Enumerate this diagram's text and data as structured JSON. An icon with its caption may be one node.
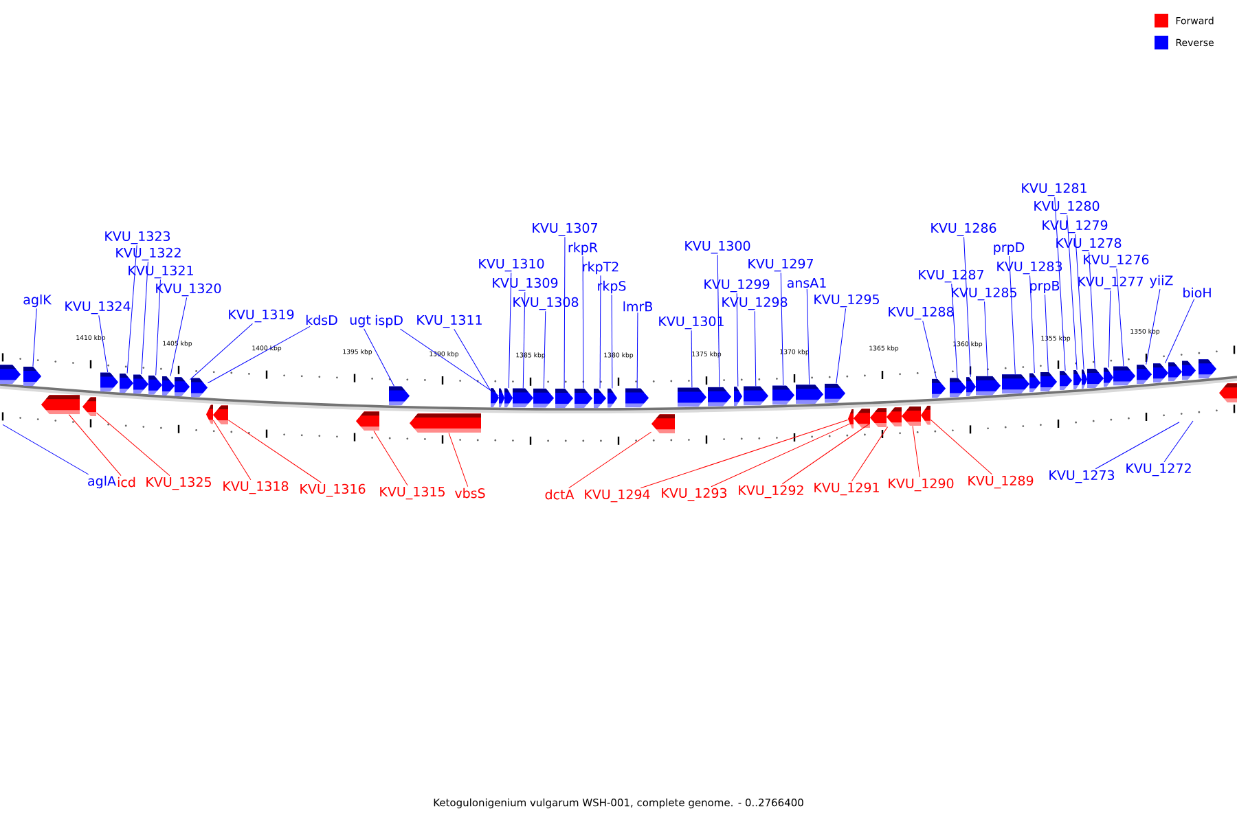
{
  "diagram": {
    "caption": "Ketogulonigenium vulgarum WSH-001, complete genome. - 0..2766400",
    "nodes": [
      {
        "text": [
          "aglK"
        ]
      },
      {
        "text": [
          "KVU_1324"
        ]
      },
      {
        "text": [
          "KVU_1323"
        ]
      },
      {
        "text": [
          "KVU_1322"
        ]
      },
      {
        "text": [
          "KVU_1321"
        ]
      },
      {
        "text": [
          "KVU_1320"
        ]
      },
      {
        "text": [
          "KVU_1319"
        ]
      },
      {
        "text": [
          "kdsD"
        ]
      },
      {
        "text": [
          "ugt"
        ]
      },
      {
        "text": [
          "ispD"
        ]
      },
      {
        "text": [
          "KVU_1311"
        ]
      },
      {
        "text": [
          "KVU_1310"
        ]
      },
      {
        "text": [
          "KVU_1309"
        ]
      },
      {
        "text": [
          "KVU_1308"
        ]
      },
      {
        "text": [
          "KVU_1307"
        ]
      },
      {
        "text": [
          "rkpR"
        ]
      },
      {
        "text": [
          "rkpT2"
        ]
      },
      {
        "text": [
          "rkpS"
        ]
      },
      {
        "text": [
          "lmrB"
        ]
      },
      {
        "text": [
          "KVU_1301"
        ]
      },
      {
        "text": [
          "KVU_1300"
        ]
      },
      {
        "text": [
          "KVU_1299"
        ]
      },
      {
        "text": [
          "KVU_1298"
        ]
      },
      {
        "text": [
          "KVU_1297"
        ]
      },
      {
        "text": [
          "ansA1"
        ]
      },
      {
        "text": [
          "KVU_1295"
        ]
      },
      {
        "text": [
          "KVU_1288"
        ]
      },
      {
        "text": [
          "KVU_1287"
        ]
      },
      {
        "text": [
          "KVU_1286"
        ]
      },
      {
        "text": [
          "KVU_1285"
        ]
      },
      {
        "text": [
          "prpD"
        ]
      },
      {
        "text": [
          "KVU_1283"
        ]
      },
      {
        "text": [
          "prpB"
        ]
      },
      {
        "text": [
          "KVU_1281"
        ]
      },
      {
        "text": [
          "KVU_1280"
        ]
      },
      {
        "text": [
          "KVU_1279"
        ]
      },
      {
        "text": [
          "KVU_1278"
        ]
      },
      {
        "text": [
          "KVU_1277"
        ]
      },
      {
        "text": [
          "KVU_1276"
        ]
      },
      {
        "text": [
          "yiiZ"
        ]
      },
      {
        "text": [
          "bioH"
        ]
      },
      {
        "text": [
          "aglA"
        ]
      },
      {
        "text": [
          "icd"
        ]
      },
      {
        "text": [
          "KVU_1325"
        ]
      },
      {
        "text": [
          "KVU_1318"
        ]
      },
      {
        "text": [
          "KVU_1316"
        ]
      },
      {
        "text": [
          "KVU_1315"
        ]
      },
      {
        "text": [
          "vbsS"
        ]
      },
      {
        "text": [
          "dctA"
        ]
      },
      {
        "text": [
          "KVU_1294"
        ]
      },
      {
        "text": [
          "KVU_1293"
        ]
      },
      {
        "text": [
          "KVU_1292"
        ]
      },
      {
        "text": [
          "KVU_1291"
        ]
      },
      {
        "text": [
          "KVU_1290"
        ]
      },
      {
        "text": [
          "KVU_1289"
        ]
      },
      {
        "text": [
          "KVU_1273"
        ]
      },
      {
        "text": [
          "KVU_1272"
        ]
      },
      {
        "text": [],
        "shape": "arrow"
      },
      {
        "text": [],
        "shape": "arrow"
      },
      {
        "text": [],
        "shape": "arrow"
      },
      {
        "text": [],
        "shape": "arrow"
      },
      {
        "text": [],
        "shape": "arrow"
      },
      {
        "text": [],
        "shape": "arrow"
      },
      {
        "text": [],
        "shape": "arrow"
      },
      {
        "text": [],
        "shape": "arrow"
      },
      {
        "text": [],
        "shape": "arrow"
      },
      {
        "text": [],
        "shape": "arrow"
      },
      {
        "text": [],
        "shape": "arrow"
      },
      {
        "text": [],
        "shape": "arrow"
      },
      {
        "text": [],
        "shape": "arrow"
      },
      {
        "text": [],
        "shape": "arrow"
      },
      {
        "text": [],
        "shape": "arrow"
      },
      {
        "text": [],
        "shape": "arrow"
      },
      {
        "text": [],
        "shape": "arrow"
      },
      {
        "text": [],
        "shape": "arrow"
      },
      {
        "text": [],
        "shape": "arrow"
      },
      {
        "text": [],
        "shape": "arrow"
      },
      {
        "text": [],
        "shape": "arrow"
      },
      {
        "text": [],
        "shape": "arrow"
      },
      {
        "text": [],
        "shape": "arrow"
      },
      {
        "text": [],
        "shape": "arrow"
      },
      {
        "text": [],
        "shape": "arrow"
      },
      {
        "text": [],
        "shape": "arrow"
      },
      {
        "text": [],
        "shape": "arrow"
      },
      {
        "text": [],
        "shape": "arrow"
      },
      {
        "text": [],
        "shape": "arrow"
      },
      {
        "text": [],
        "shape": "arrow"
      },
      {
        "text": [],
        "shape": "arrow"
      },
      {
        "text": [],
        "shape": "arrow"
      },
      {
        "text": [],
        "shape": "arrow"
      },
      {
        "text": [],
        "shape": "arrow"
      },
      {
        "text": [],
        "shape": "arrow"
      },
      {
        "text": [],
        "shape": "arrow"
      },
      {
        "text": [],
        "shape": "arrow"
      },
      {
        "text": [],
        "shape": "arrow"
      },
      {
        "text": [],
        "shape": "arrow"
      },
      {
        "text": [],
        "shape": "arrow"
      },
      {
        "text": [],
        "shape": "arrow"
      },
      {
        "text": [],
        "shape": "arrow"
      },
      {
        "text": [],
        "shape": "arrow"
      },
      {
        "text": [],
        "shape": "arrow"
      },
      {
        "text": [],
        "shape": "arrow"
      },
      {
        "text": [],
        "shape": "arrow"
      },
      {
        "text": [],
        "shape": "arrow"
      },
      {
        "text": [],
        "shape": "arrow"
      },
      {
        "text": [],
        "shape": "arrow"
      },
      {
        "text": [],
        "shape": "arrow"
      },
      {
        "text": [],
        "shape": "arrow"
      },
      {
        "text": [],
        "shape": "arrow"
      },
      {
        "text": [],
        "shape": "arrow"
      },
      {
        "text": [],
        "shape": "arrow"
      },
      {
        "text": [],
        "shape": "arrow"
      },
      {
        "text": [],
        "shape": "arrow"
      },
      {
        "text": [],
        "shape": "arrow"
      },
      {
        "text": [],
        "shape": "arrow"
      },
      {
        "text": [],
        "shape": "arrow"
      }
    ],
    "edges": [
      {
        "from": 0,
        "to": 58,
        "arrow": "none"
      },
      {
        "from": 1,
        "to": 59,
        "arrow": "none"
      },
      {
        "from": 2,
        "to": 60,
        "arrow": "none"
      },
      {
        "from": 3,
        "to": 61,
        "arrow": "none"
      },
      {
        "from": 4,
        "to": 62,
        "arrow": "none"
      },
      {
        "from": 5,
        "to": 63,
        "arrow": "none"
      },
      {
        "from": 6,
        "to": 64,
        "arrow": "none"
      },
      {
        "from": 7,
        "to": 65,
        "arrow": "none"
      },
      {
        "from": 8,
        "to": 66,
        "arrow": "none"
      },
      {
        "from": 9,
        "to": 68,
        "arrow": "none"
      },
      {
        "from": 10,
        "to": 67,
        "arrow": "none"
      },
      {
        "from": 11,
        "to": 69,
        "arrow": "none"
      },
      {
        "from": 12,
        "to": 70,
        "arrow": "none"
      },
      {
        "from": 13,
        "to": 71,
        "arrow": "none"
      },
      {
        "from": 14,
        "to": 72,
        "arrow": "none"
      },
      {
        "from": 15,
        "to": 73,
        "arrow": "none"
      },
      {
        "from": 16,
        "to": 74,
        "arrow": "none"
      },
      {
        "from": 17,
        "to": 75,
        "arrow": "none"
      },
      {
        "from": 18,
        "to": 76,
        "arrow": "none"
      },
      {
        "from": 19,
        "to": 77,
        "arrow": "none"
      },
      {
        "from": 20,
        "to": 78,
        "arrow": "none"
      },
      {
        "from": 21,
        "to": 79,
        "arrow": "none"
      },
      {
        "from": 22,
        "to": 80,
        "arrow": "none"
      },
      {
        "from": 23,
        "to": 81,
        "arrow": "none"
      },
      {
        "from": 24,
        "to": 82,
        "arrow": "none"
      },
      {
        "from": 25,
        "to": 83,
        "arrow": "none"
      },
      {
        "from": 26,
        "to": 84,
        "arrow": "none"
      },
      {
        "from": 27,
        "to": 85,
        "arrow": "none"
      },
      {
        "from": 28,
        "to": 86,
        "arrow": "none"
      },
      {
        "from": 29,
        "to": 87,
        "arrow": "none"
      },
      {
        "from": 30,
        "to": 88,
        "arrow": "none"
      },
      {
        "from": 31,
        "to": 89,
        "arrow": "none"
      },
      {
        "from": 32,
        "to": 90,
        "arrow": "none"
      },
      {
        "from": 33,
        "to": 91,
        "arrow": "none"
      },
      {
        "from": 34,
        "to": 92,
        "arrow": "none"
      },
      {
        "from": 35,
        "to": 93,
        "arrow": "none"
      },
      {
        "from": 36,
        "to": 94,
        "arrow": "none"
      },
      {
        "from": 37,
        "to": 95,
        "arrow": "none"
      },
      {
        "from": 38,
        "to": 96,
        "arrow": "none"
      },
      {
        "from": 39,
        "to": 97,
        "arrow": "none"
      },
      {
        "from": 40,
        "to": 98,
        "arrow": "none"
      },
      {
        "from": 41,
        "to": null,
        "arrow": "none"
      },
      {
        "from": 42,
        "to": 102,
        "arrow": "none",
        "color": "#ff0000"
      },
      {
        "from": 43,
        "to": 103,
        "arrow": "none",
        "color": "#ff0000"
      },
      {
        "from": 44,
        "to": 104,
        "arrow": "none",
        "color": "#ff0000"
      },
      {
        "from": 45,
        "to": 105,
        "arrow": "none",
        "color": "#ff0000"
      },
      {
        "from": 46,
        "to": 106,
        "arrow": "none",
        "color": "#ff0000"
      },
      {
        "from": 47,
        "to": 107,
        "arrow": "none",
        "color": "#ff0000"
      },
      {
        "from": 48,
        "to": 108,
        "arrow": "none",
        "color": "#ff0000"
      },
      {
        "from": 49,
        "to": 109,
        "arrow": "none",
        "color": "#ff0000"
      },
      {
        "from": 50,
        "to": 110,
        "arrow": "none",
        "color": "#ff0000"
      },
      {
        "from": 51,
        "to": 111,
        "arrow": "none",
        "color": "#ff0000"
      },
      {
        "from": 52,
        "to": 112,
        "arrow": "none",
        "color": "#ff0000"
      },
      {
        "from": 53,
        "to": 113,
        "arrow": "none",
        "color": "#ff0000"
      },
      {
        "from": 54,
        "to": 114,
        "arrow": "none",
        "color": "#ff0000"
      },
      {
        "from": 55,
        "to": null,
        "arrow": "none"
      },
      {
        "from": 56,
        "to": null,
        "arrow": "none"
      }
    ],
    "labels": [
      "1410 kbp",
      "1405 kbp",
      "1400 kbp",
      "1395 kbp",
      "1390 kbp",
      "1385 kbp",
      "1380 kbp",
      "1375 kbp",
      "1370 kbp",
      "1365 kbp",
      "1360 kbp",
      "1355 kbp",
      "1350 kbp"
    ],
    "legend": [
      {
        "text": "Forward",
        "color": "#ff0000"
      },
      {
        "text": "Reverse",
        "color": "#0000ff"
      }
    ]
  }
}
